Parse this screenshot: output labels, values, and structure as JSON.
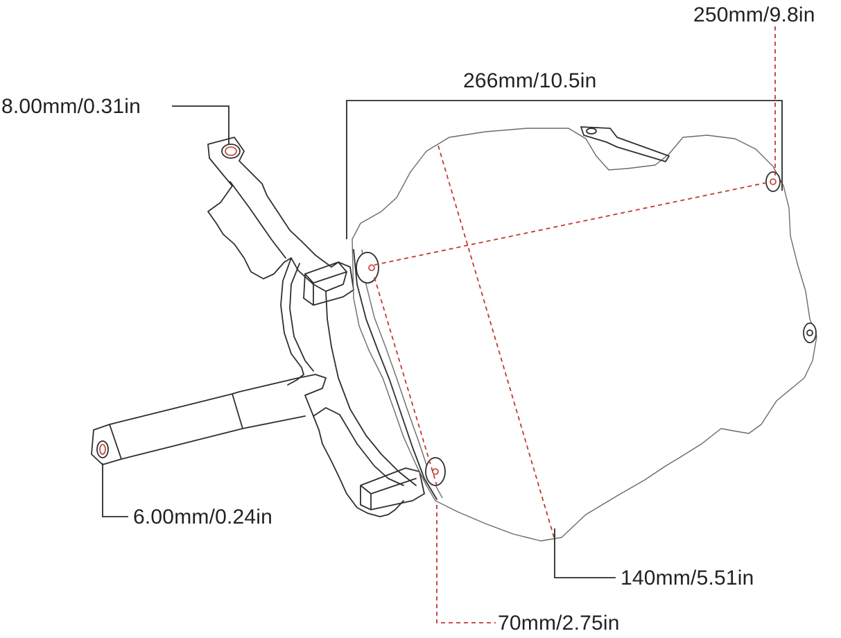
{
  "dimensions": {
    "mount_width": "266mm/10.5in",
    "hole_span": "250mm/9.8in",
    "top_hole": "8.00mm/0.31in",
    "side_hole": "6.00mm/0.24in",
    "height": "140mm/5.51in",
    "bottom_offset": "70mm/2.75in"
  },
  "colors": {
    "outline": "#2e2e2e",
    "dashed_guide": "#c0392b",
    "label_text": "#222222"
  }
}
